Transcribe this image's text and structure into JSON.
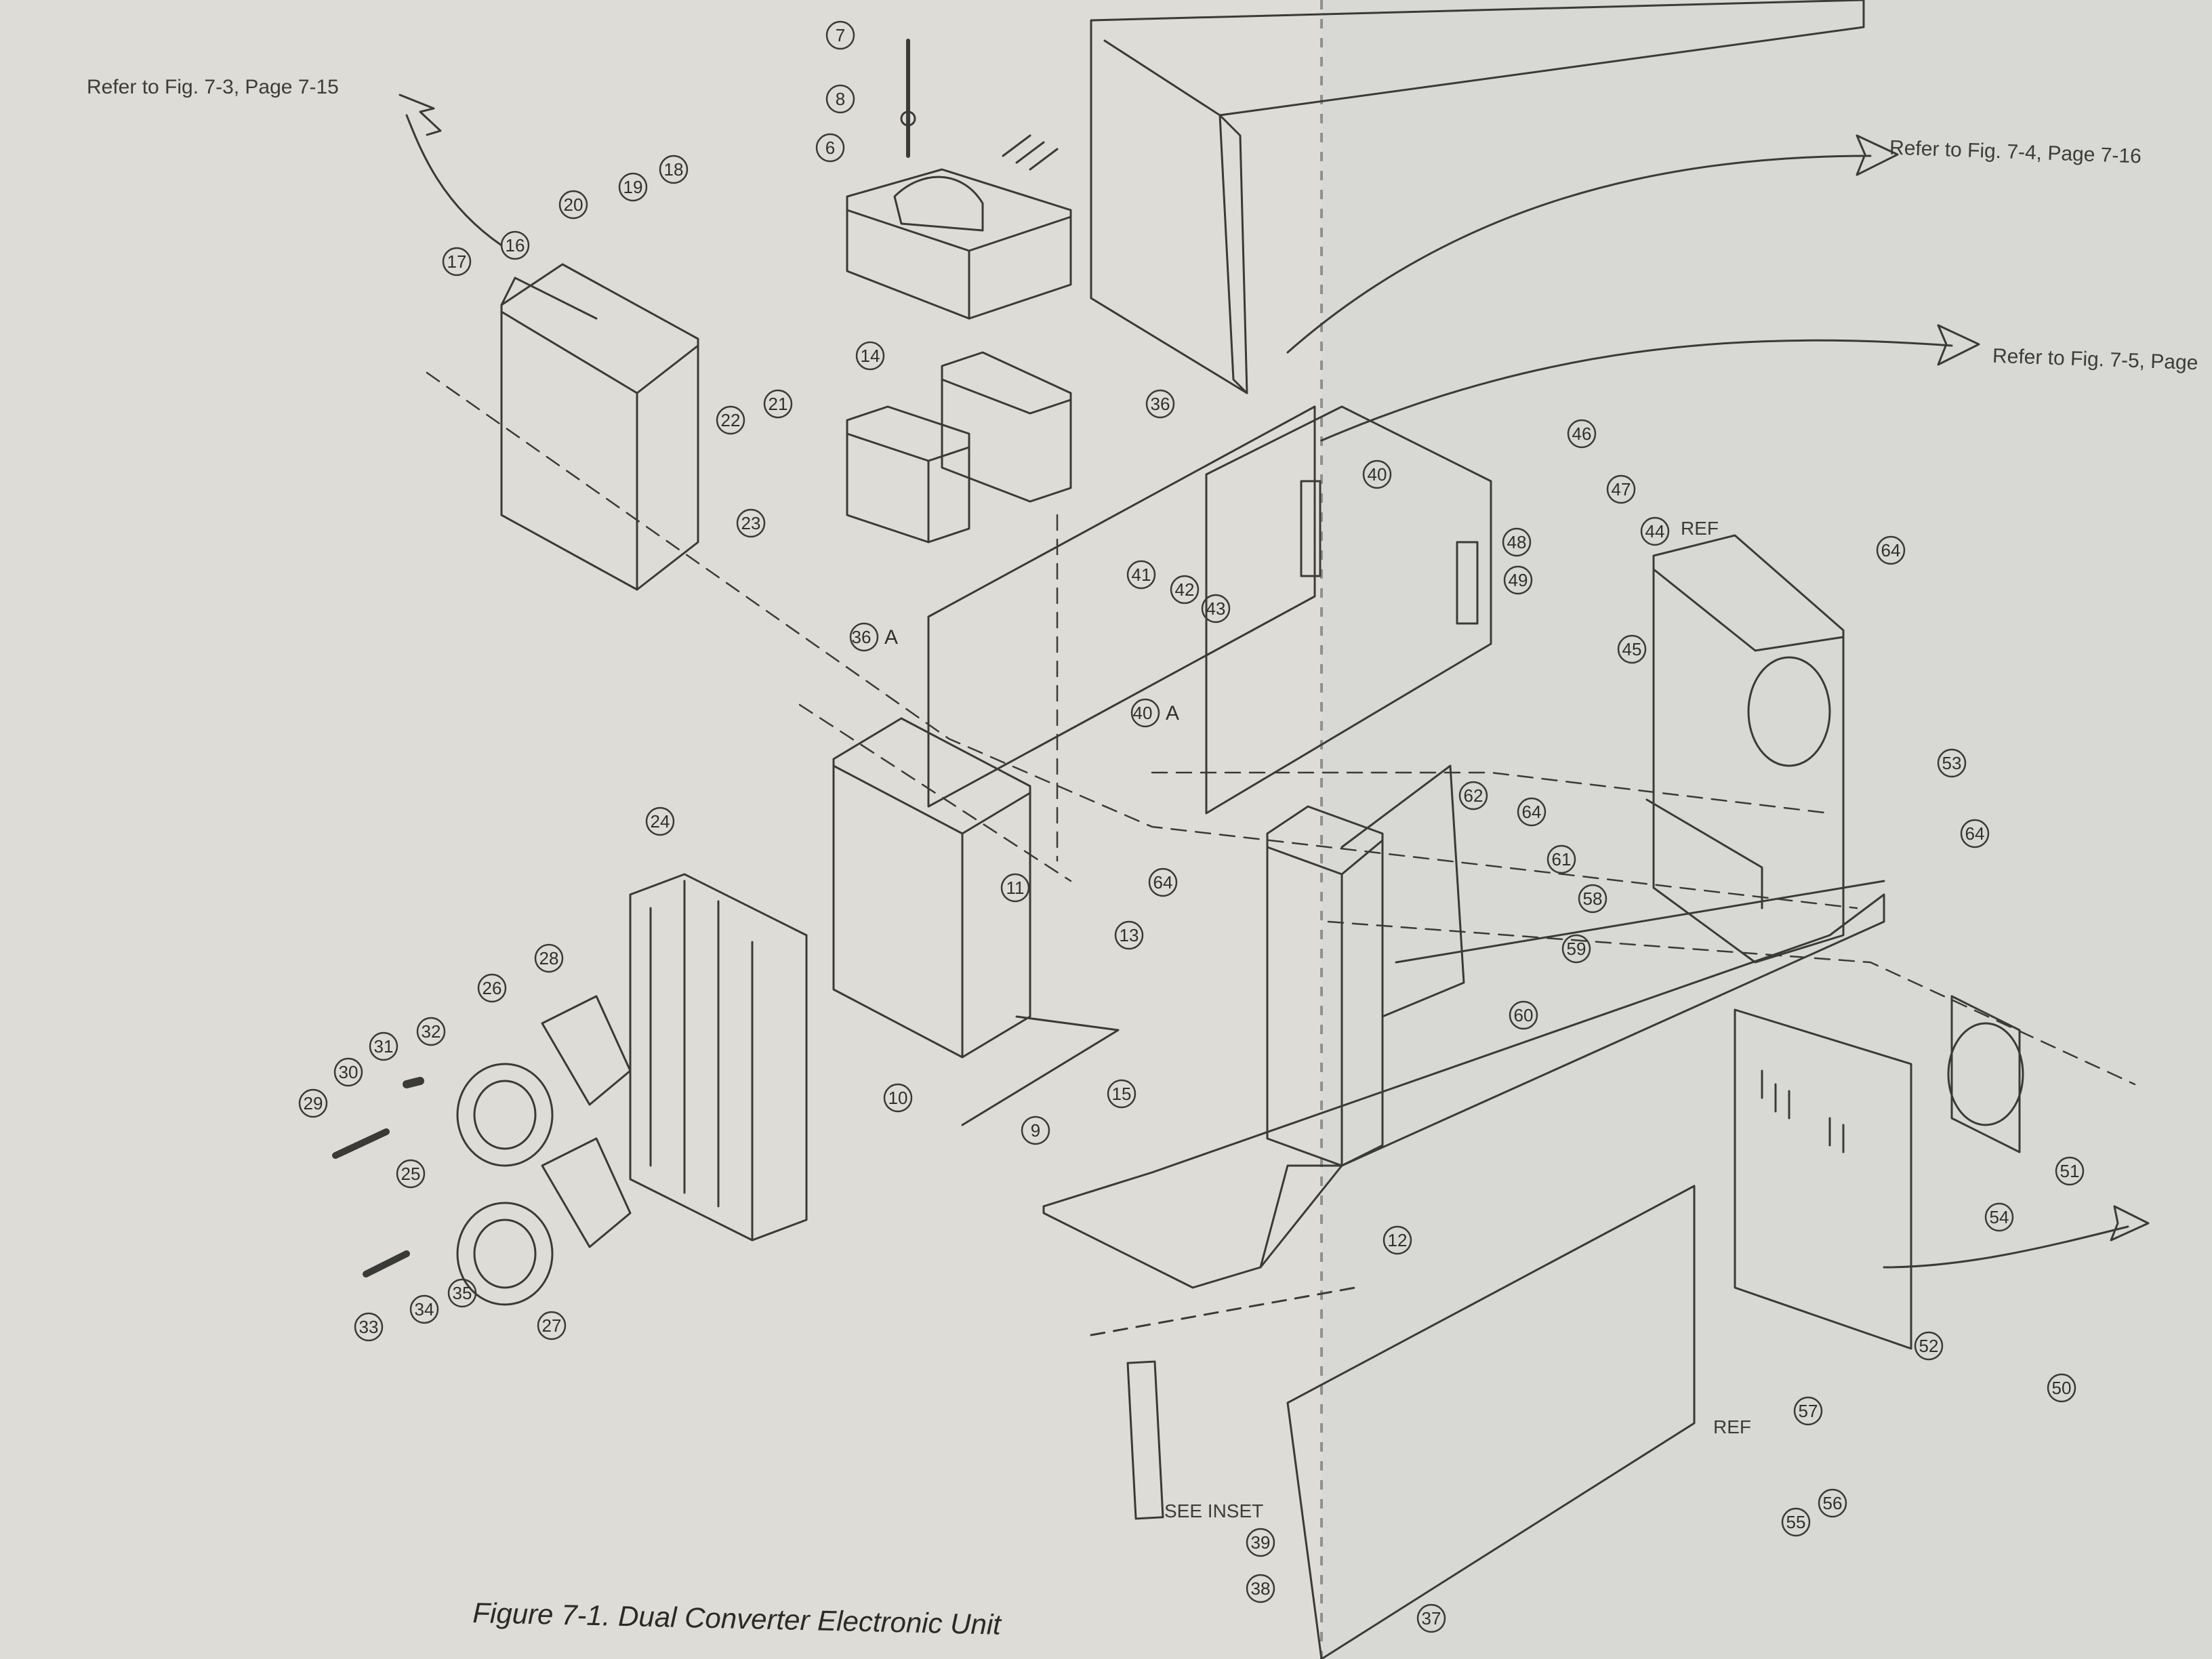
{
  "references": [
    {
      "id": "ref-fig-7-3",
      "text": "Refer to Fig. 7-3, Page 7-15"
    },
    {
      "id": "ref-fig-7-4",
      "text": "Refer to Fig. 7-4, Page 7-16"
    },
    {
      "id": "ref-fig-7-5",
      "text": "Refer to Fig. 7-5, Page"
    }
  ],
  "caption": "Figure 7-1. Dual Converter Electronic Unit",
  "annotations": {
    "see_inset": "SEE INSET",
    "ref": "REF"
  },
  "callouts": [
    "6",
    "7",
    "8",
    "9",
    "10",
    "11",
    "12",
    "13",
    "14",
    "15",
    "16",
    "17",
    "18",
    "19",
    "20",
    "21",
    "22",
    "23",
    "24",
    "25",
    "26",
    "27",
    "28",
    "29",
    "30",
    "31",
    "32",
    "33",
    "34",
    "35",
    "36",
    "36A",
    "37",
    "38",
    "39",
    "40",
    "40A",
    "41",
    "42",
    "43",
    "44",
    "45",
    "46",
    "47",
    "48",
    "49",
    "50",
    "51",
    "52",
    "53",
    "54",
    "55",
    "56",
    "57",
    "58",
    "59",
    "60",
    "61",
    "62",
    "64"
  ]
}
